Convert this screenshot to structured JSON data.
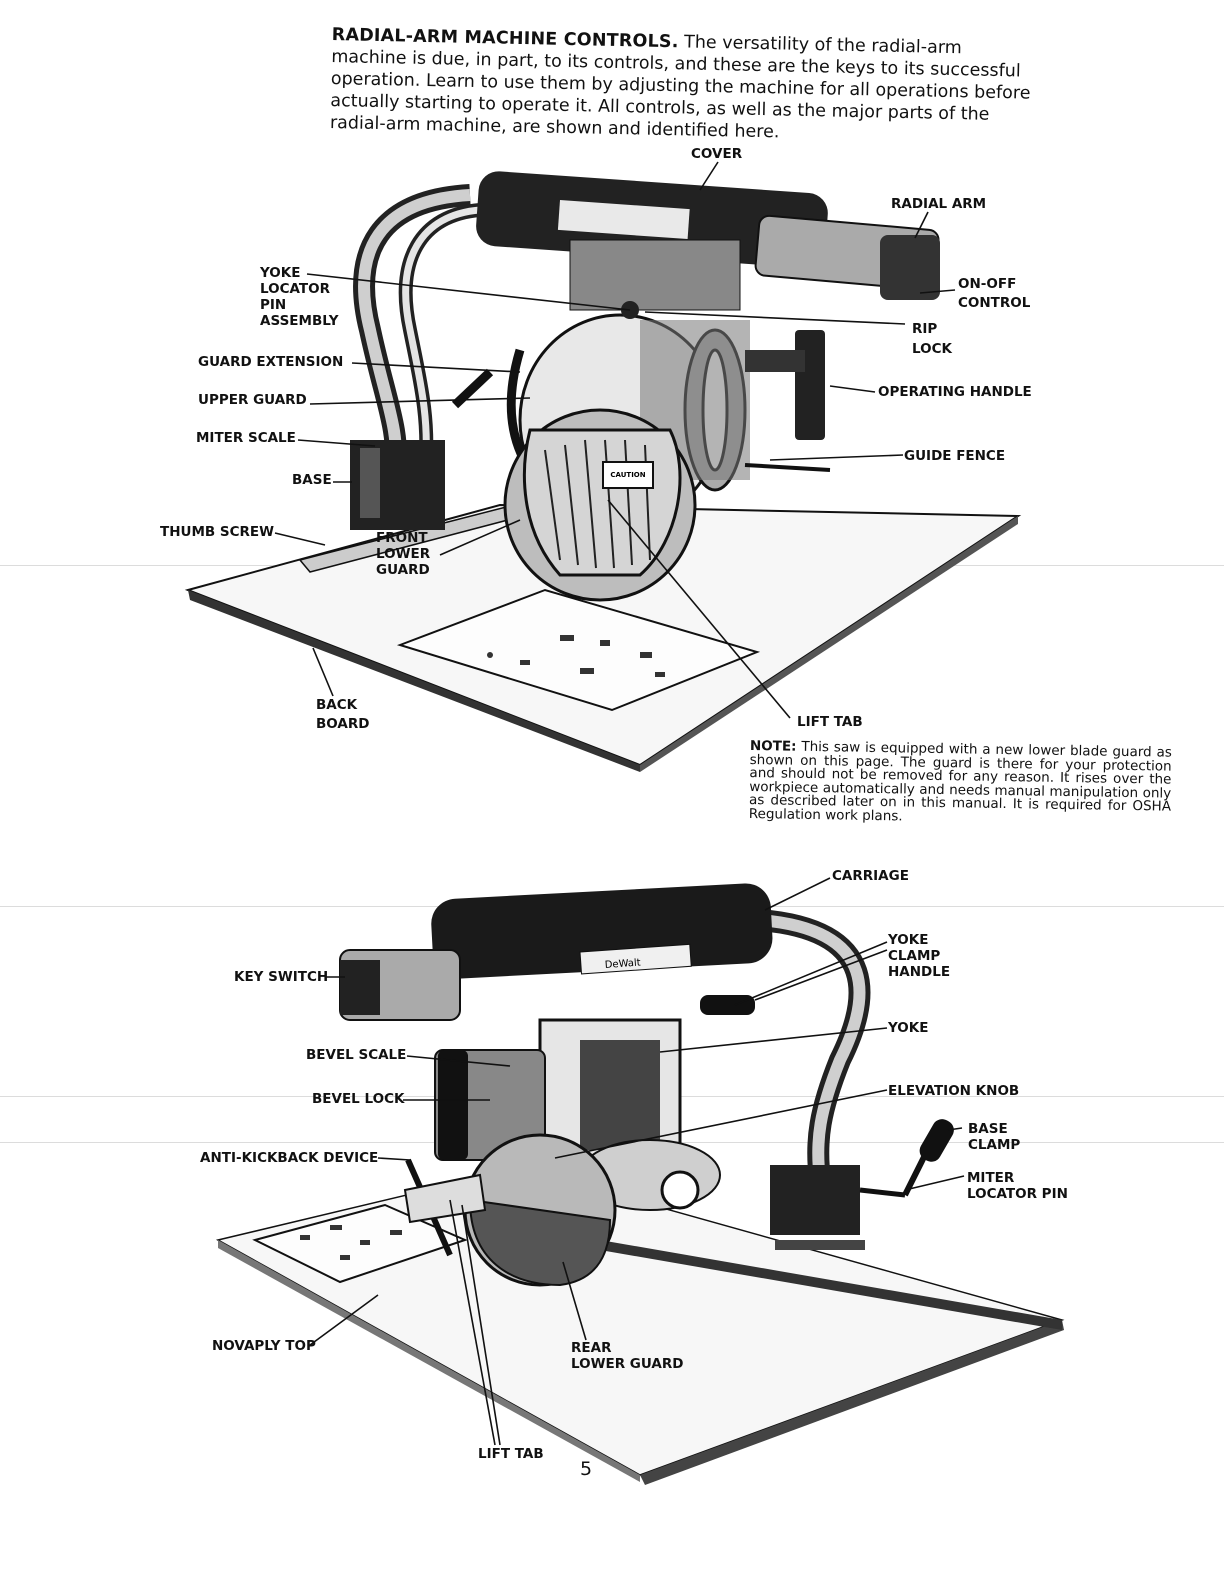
{
  "intro": {
    "heading": "RADIAL-ARM MACHINE CONTROLS.",
    "body": "The versatility of the radial-arm machine is due, in part, to its controls, and these are the keys to its successful operation. Learn to use them by adjusting the machine for all operations before actually starting to operate it. All controls, as well as the major parts of the radial-arm machine, are shown and identified here."
  },
  "diagram_top": {
    "labels": {
      "cover": "COVER",
      "radial_arm": "RADIAL ARM",
      "yoke_locator_pin": "YOKE\nLOCATOR\nPIN\nASSEMBLY",
      "on_off": "ON-OFF\nCONTROL",
      "rip_lock": "RIP\nLOCK",
      "guard_extension": "GUARD EXTENSION",
      "upper_guard": "UPPER GUARD",
      "operating_handle": "OPERATING HANDLE",
      "miter_scale": "MITER SCALE",
      "guide_fence": "GUIDE FENCE",
      "base": "BASE",
      "thumb_screw": "THUMB SCREW",
      "front_lower_guard": "FRONT\nLOWER\nGUARD",
      "back_board": "BACK\nBOARD",
      "lift_tab": "LIFT TAB"
    },
    "caution_text": "CAUTION"
  },
  "note": {
    "lead": "NOTE:",
    "body": "This saw is equipped with a new lower blade guard as shown on this page. The guard is there for your protection and should not be removed for any reason. It rises over the workpiece automatically and needs manual manipulation only as described later on in this manual. It is required for OSHA Regulation work plans."
  },
  "diagram_bottom": {
    "labels": {
      "carriage": "CARRIAGE",
      "key_switch": "KEY SWITCH",
      "yoke_clamp_handle": "YOKE\nCLAMP\nHANDLE",
      "yoke": "YOKE",
      "bevel_scale": "BEVEL SCALE",
      "bevel_lock": "BEVEL LOCK",
      "elevation_knob": "ELEVATION KNOB",
      "base_clamp": "BASE\nCLAMP",
      "anti_kickback": "ANTI-KICKBACK DEVICE",
      "miter_locator_pin": "MITER\nLOCATOR PIN",
      "novaply_top": "NOVAPLY TOP",
      "rear_lower_guard": "REAR\nLOWER GUARD",
      "lift_tab": "LIFT TAB"
    },
    "brand": "DeWalt"
  },
  "page_number": "5"
}
